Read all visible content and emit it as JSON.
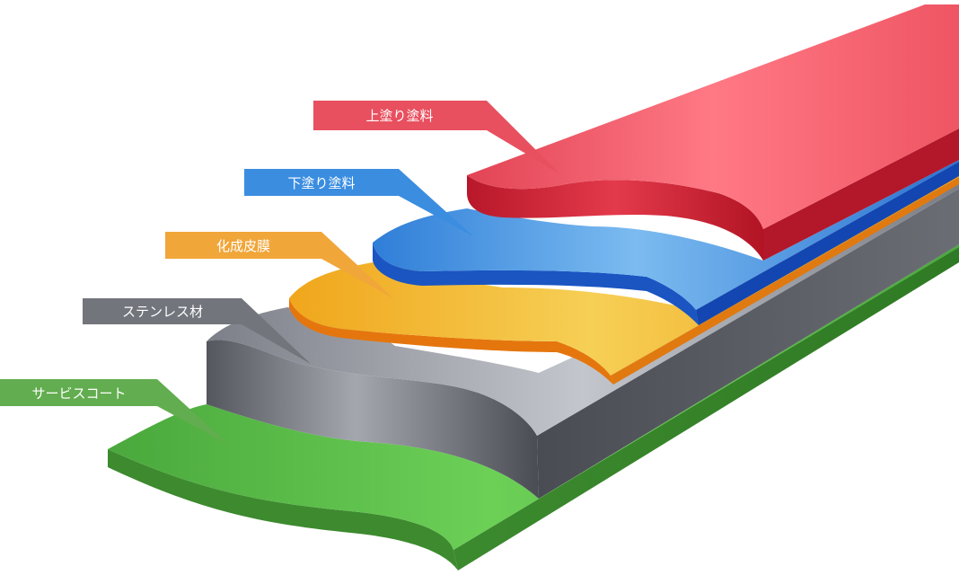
{
  "layers": [
    {
      "key": "service_coat",
      "label": "サービスコート",
      "color": "#5fb84a",
      "dark": "#3f8a2f"
    },
    {
      "key": "stainless",
      "label": "ステンレス材",
      "color": "#8e9098",
      "dark": "#4f5158"
    },
    {
      "key": "conversion_film",
      "label": "化成皮膜",
      "color": "#f1b53a",
      "dark": "#e07a10"
    },
    {
      "key": "primer",
      "label": "下塗り塗料",
      "color": "#3b8de0",
      "dark": "#1346b0"
    },
    {
      "key": "topcoat",
      "label": "上塗り塗料",
      "color": "#e8505f",
      "dark": "#b51e2d"
    }
  ]
}
